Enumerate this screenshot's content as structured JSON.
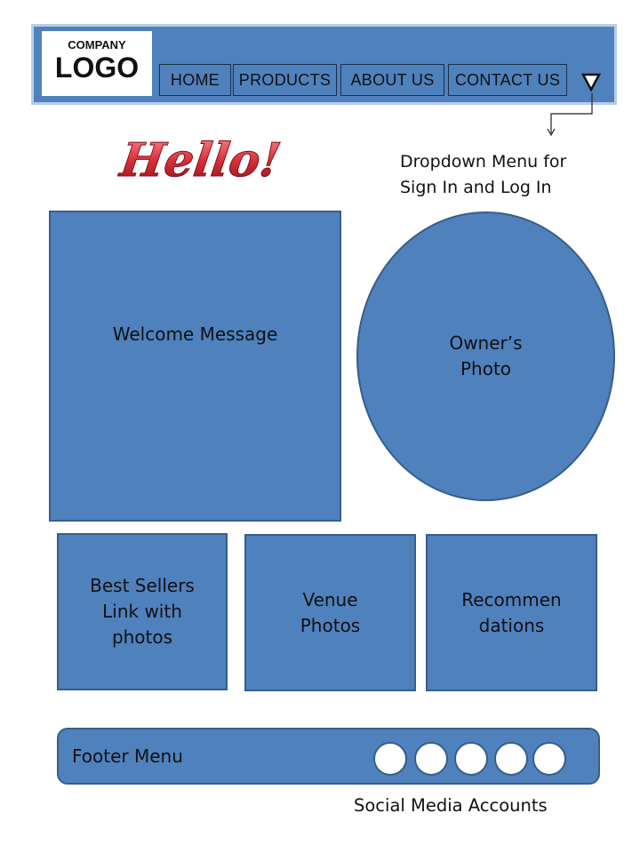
{
  "header": {
    "logo": {
      "company": "COMPANY",
      "logo": "LOGO"
    },
    "nav": [
      "HOME",
      "PRODUCTS",
      "ABOUT US",
      "CONTACT US"
    ],
    "dropdown_icon": "down-triangle-icon"
  },
  "annotation": {
    "dropdown": "Dropdown Menu for\nSign In and Log In"
  },
  "hello": {
    "text": "Hello!"
  },
  "blocks": {
    "welcome": "Welcome Message",
    "owner": "Owner’s\nPhoto",
    "bestsellers": "Best Sellers\nLink with\nphotos",
    "venue": "Venue\nPhotos",
    "recommendations": "Recommen\ndations"
  },
  "footer": {
    "label": "Footer Menu",
    "social_caption": "Social Media Accounts",
    "social_icons": 5
  },
  "colors": {
    "block_fill": "#4f81bd",
    "block_border": "#385d8a",
    "hello_red": "#d9303a"
  }
}
